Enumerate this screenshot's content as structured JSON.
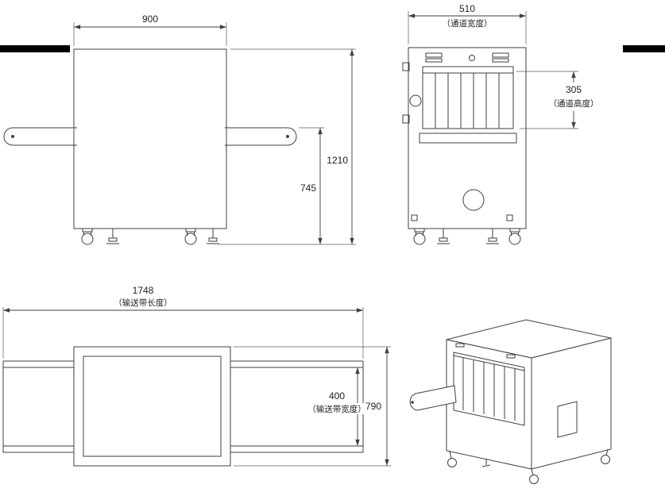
{
  "drawing": {
    "background": "#ffffff",
    "line_color": "#3f3f3f",
    "bar_color": "#000000",
    "views": {
      "front": {
        "width": "900",
        "total_height": "1210",
        "belt_height": "745"
      },
      "side": {
        "tunnel_width": "510",
        "tunnel_width_label": "（通道宽度）",
        "tunnel_height": "305",
        "tunnel_height_label": "（通道高度）"
      },
      "top": {
        "belt_length": "1748",
        "belt_length_label": "（输送带长度）",
        "belt_width": "400",
        "belt_width_label": "（输送带宽度）",
        "machine_depth": "790"
      }
    }
  }
}
